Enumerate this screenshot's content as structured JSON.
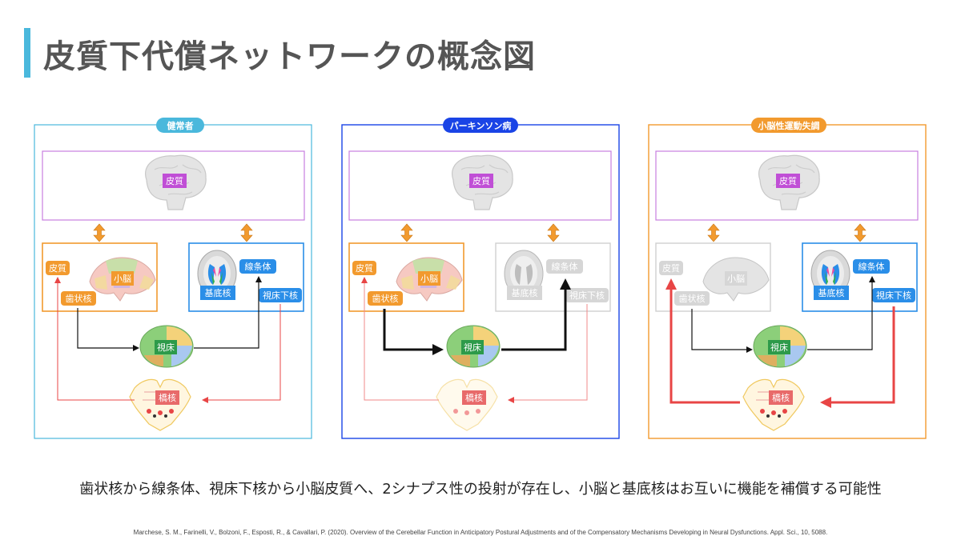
{
  "title": "皮質下代償ネットワークの概念図",
  "caption": "歯状核から線条体、視床下核から小脳皮質へ、2シナプス性の投射が存在し、小脳と基底核はお互いに機能を補償する可能性",
  "citation": "Marchese, S. M., Farinelli, V., Bolzoni, F., Esposti, R., & Cavallari, P. (2020). Overview of the Cerebellar Function in Anticipatory Postural Adjustments and of the Compensatory Mechanisms Developing in Neural Dysfunctions. Appl. Sci., 10, 5088.",
  "colors": {
    "title_bar": "#4ab8dc",
    "healthy": "#4ab8dc",
    "parkinson": "#1a44e6",
    "ataxia": "#f29a2e",
    "cortex_label": "#c04fd6",
    "cerebellum_box": "#f29a2e",
    "basal_ganglia_box": "#2a8ee8",
    "thalamus_label": "#2d9a4a",
    "pons_label": "#e86a6a",
    "red_arrow": "#e84545",
    "gray": "#cccccc"
  },
  "panels": [
    {
      "id": "healthy",
      "name": "健常者",
      "cortex": "皮質",
      "cerebellar_cortex": "皮質",
      "cerebellum": "小脳",
      "dentate": "歯状核",
      "striatum": "線条体",
      "basal_ganglia": "基底核",
      "stn": "視床下核",
      "thalamus": "視床",
      "pons": "橋核"
    },
    {
      "id": "parkinson",
      "name": "パーキンソン病",
      "cortex": "皮質",
      "cerebellar_cortex": "皮質",
      "cerebellum": "小脳",
      "dentate": "歯状核",
      "striatum": "線条体",
      "basal_ganglia": "基底核",
      "stn": "視床下核",
      "thalamus": "視床",
      "pons": "橋核"
    },
    {
      "id": "ataxia",
      "name": "小脳性運動失調",
      "cortex": "皮質",
      "cerebellar_cortex": "皮質",
      "cerebellum": "小脳",
      "dentate": "歯状核",
      "striatum": "線条体",
      "basal_ganglia": "基底核",
      "stn": "視床下核",
      "thalamus": "視床",
      "pons": "橋核"
    }
  ]
}
